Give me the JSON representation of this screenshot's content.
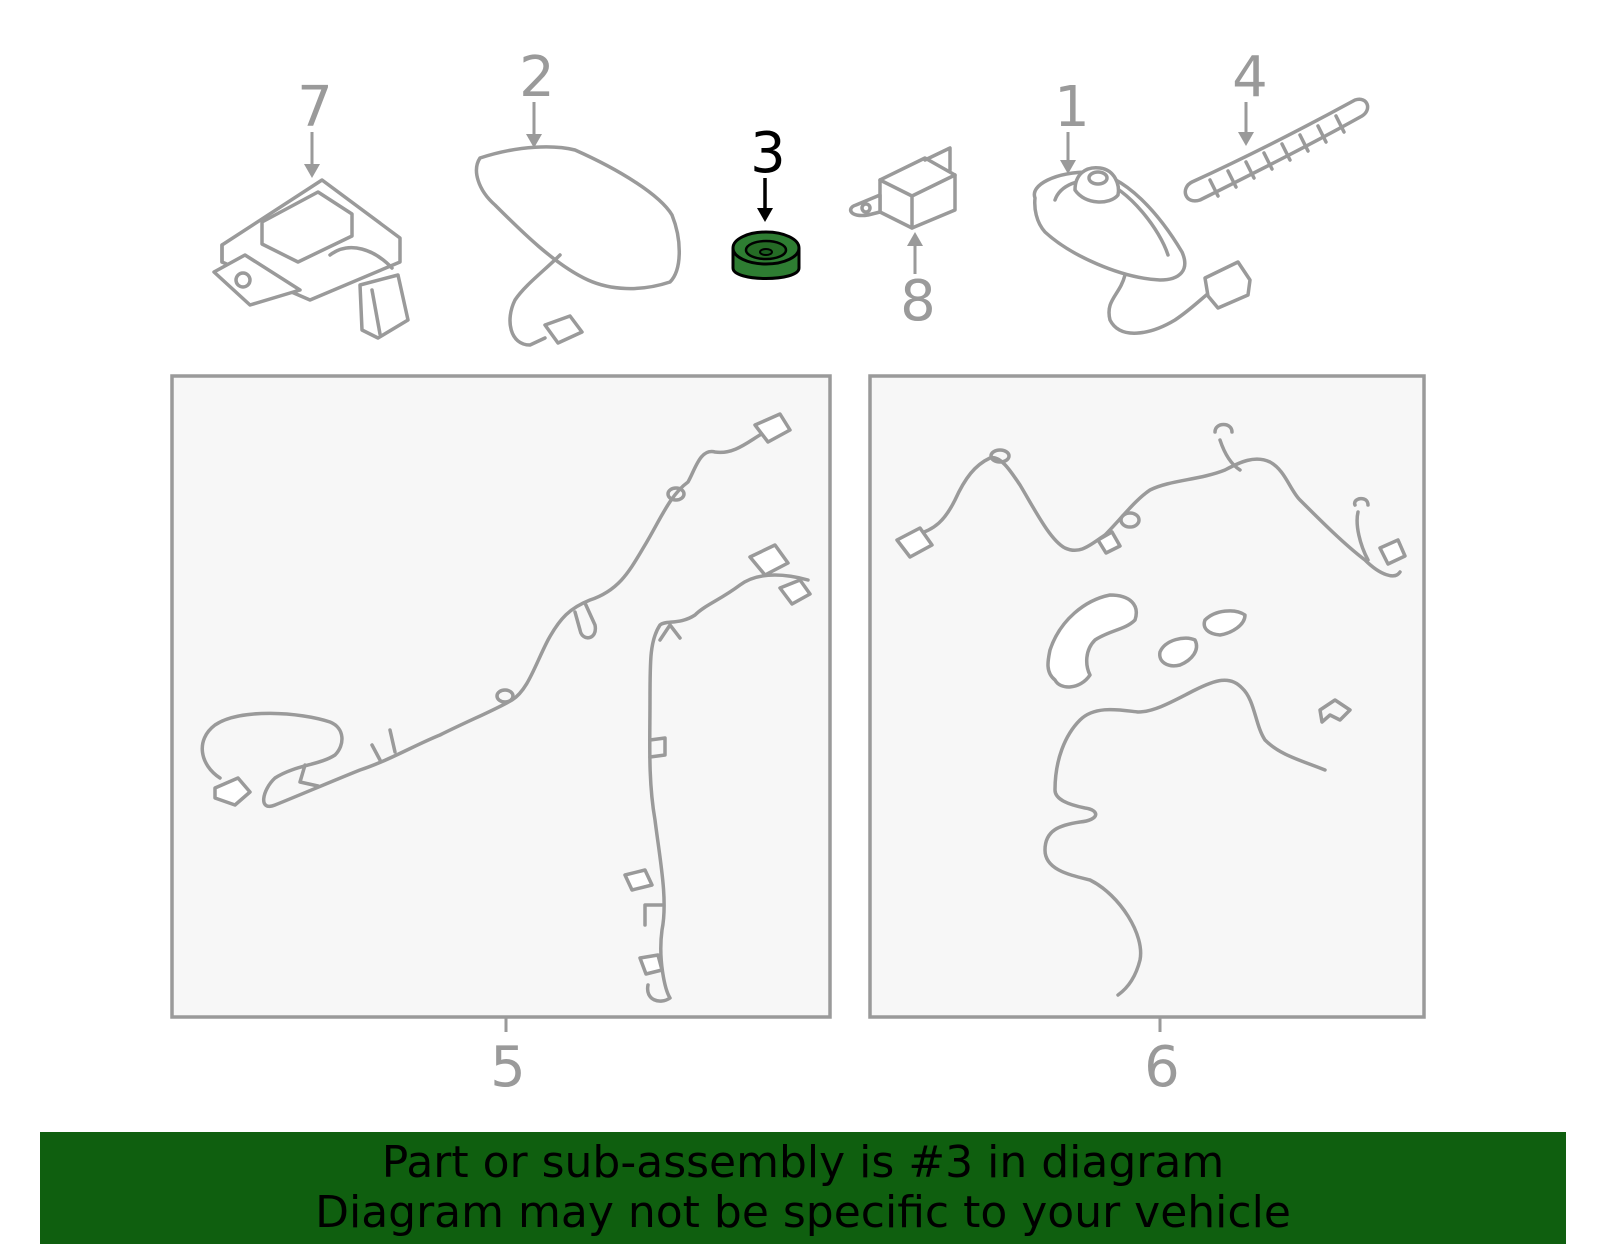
{
  "callouts": {
    "part_1": "1",
    "part_2": "2",
    "part_3": "3",
    "part_4": "4",
    "part_5": "5",
    "part_6": "6",
    "part_7": "7",
    "part_8": "8"
  },
  "highlight": {
    "part": "3",
    "color": "#2e7d32"
  },
  "banner": {
    "line1": "Part or sub-assembly is #3 in diagram",
    "line2": "Diagram may not be specific to your vehicle",
    "background": "#0f5f0f"
  }
}
